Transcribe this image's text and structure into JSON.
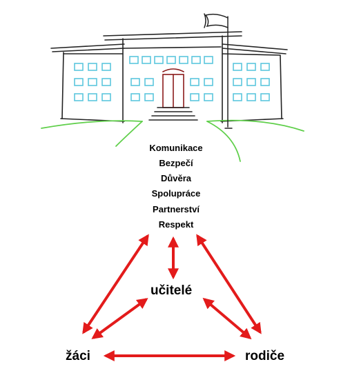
{
  "values": [
    "Komunikace",
    "Bezpečí",
    "Důvěra",
    "Spolupráce",
    "Partnerství",
    "Respekt"
  ],
  "nodes": {
    "teachers": "učitelé",
    "pupils": "žáci",
    "parents": "rodiče"
  },
  "colors": {
    "arrow": "#e31b1b",
    "window": "#5bc6de",
    "grass": "#5fcf4a",
    "door": "#8b1a1a",
    "outline": "#222222"
  },
  "icons": {
    "building": "school-building-sketch",
    "flag": "flag-icon"
  }
}
